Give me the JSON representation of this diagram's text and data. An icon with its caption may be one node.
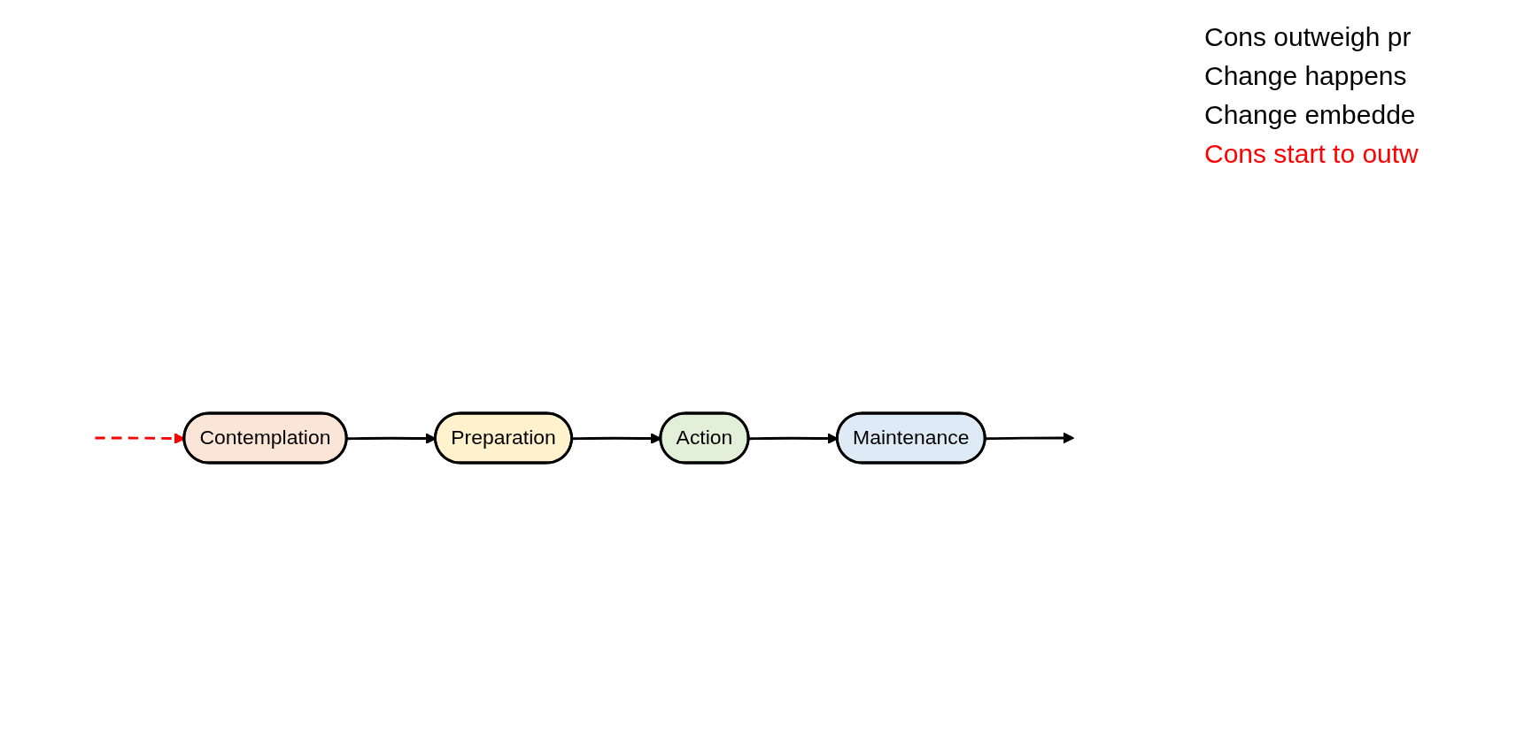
{
  "diagram": {
    "nodes": [
      {
        "text": [
          "Contemplation"
        ]
      },
      {
        "text": [
          "Preparation"
        ]
      },
      {
        "text": [
          "Action"
        ]
      },
      {
        "text": [
          "Maintenance"
        ]
      }
    ],
    "edges": [
      {
        "from": 0,
        "to": 1,
        "arrow": "to"
      },
      {
        "from": 1,
        "to": 2,
        "arrow": "to"
      },
      {
        "from": 2,
        "to": 3,
        "arrow": "to"
      },
      {
        "from": 3,
        "to": null,
        "arrow": "to"
      },
      {
        "from": null,
        "to": 0,
        "arrow": "to",
        "style": "dashed",
        "color": "#ff0000"
      }
    ],
    "labels": [
      "Cons outweigh pr",
      "Change happens",
      "Change embedde",
      "Cons start to outw"
    ]
  }
}
